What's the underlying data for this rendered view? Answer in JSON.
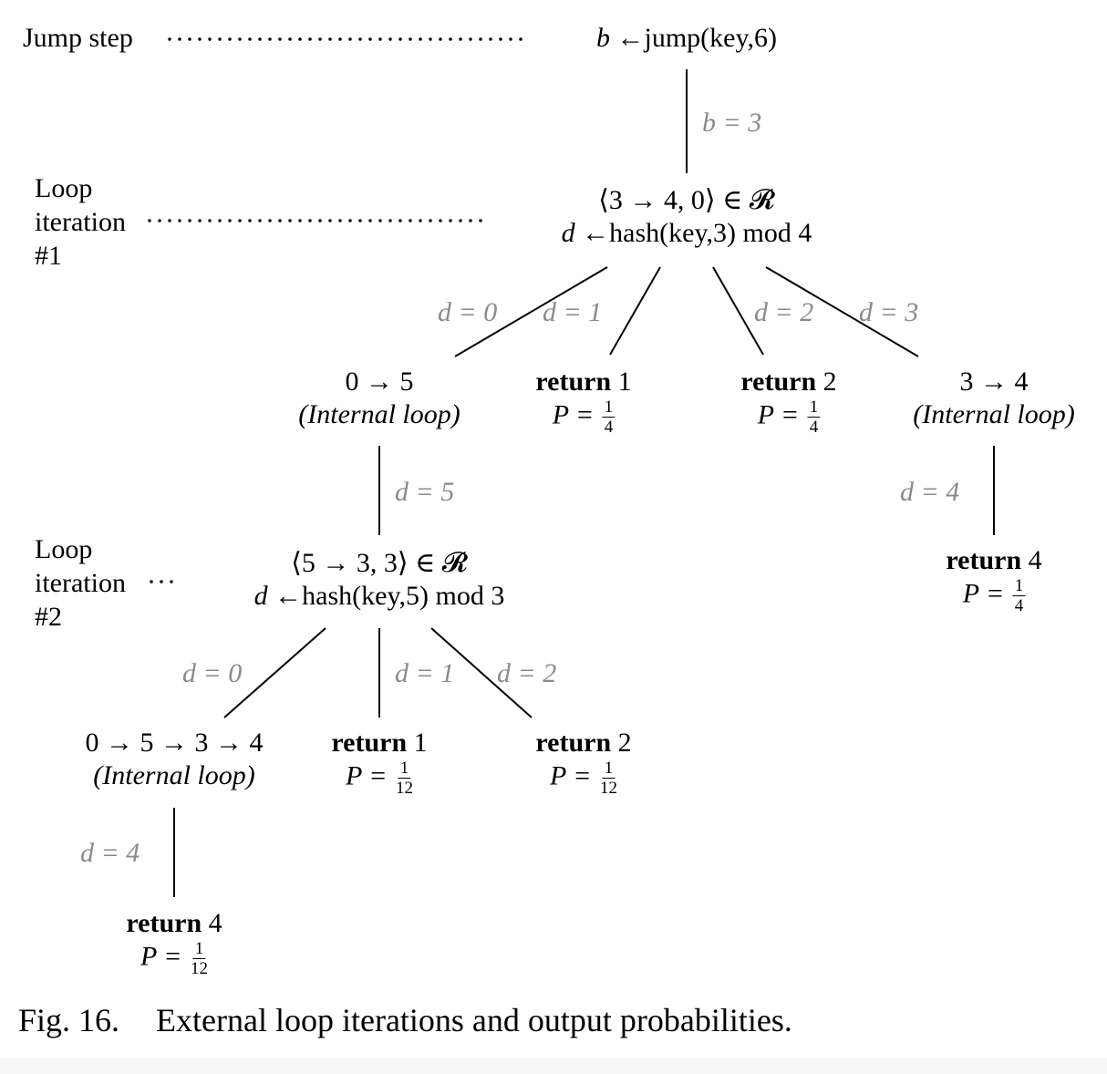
{
  "left_labels": {
    "jump": "Jump step",
    "loop1": [
      "Loop",
      "iteration",
      "#1"
    ],
    "loop2": [
      "Loop",
      "iteration",
      "#2"
    ]
  },
  "nodes": {
    "root": {
      "var": "b",
      "op": "←jump(key,6)"
    },
    "loop1": {
      "line1": "⟨3 → 4, 0⟩ ∈ 𝓡",
      "var": "d",
      "op": "←hash(key,3) mod 4"
    },
    "l1_c0": {
      "line1": "0 → 5",
      "line2": "(Internal loop)"
    },
    "l1_c1": {
      "ret": "return",
      "val": "1",
      "p": "P =",
      "num": "1",
      "den": "4"
    },
    "l1_c2": {
      "ret": "return",
      "val": "2",
      "p": "P =",
      "num": "1",
      "den": "4"
    },
    "l1_c3": {
      "line1": "3 → 4",
      "line2": "(Internal loop)"
    },
    "l1_c3_ret": {
      "ret": "return",
      "val": "4",
      "p": "P =",
      "num": "1",
      "den": "4"
    },
    "loop2": {
      "line1": "⟨5 → 3, 3⟩ ∈ 𝓡",
      "var": "d",
      "op": "←hash(key,5) mod 3"
    },
    "l2_c0": {
      "line1": "0 → 5 → 3 → 4",
      "line2": "(Internal loop)"
    },
    "l2_c1": {
      "ret": "return",
      "val": "1",
      "p": "P =",
      "num": "1",
      "den": "12"
    },
    "l2_c2": {
      "ret": "return",
      "val": "2",
      "p": "P =",
      "num": "1",
      "den": "12"
    },
    "l2_c0_ret": {
      "ret": "return",
      "val": "4",
      "p": "P =",
      "num": "1",
      "den": "12"
    }
  },
  "edge_labels": {
    "b3": "b = 3",
    "l1_d0": "d = 0",
    "l1_d1": "d = 1",
    "l1_d2": "d = 2",
    "l1_d3": "d = 3",
    "d5": "d = 5",
    "d4_right": "d = 4",
    "l2_d0": "d = 0",
    "l2_d1": "d = 1",
    "l2_d2": "d = 2",
    "d4_left": "d = 4"
  },
  "caption": {
    "fig": "Fig. 16.",
    "text": "External loop iterations and output probabilities."
  },
  "colors": {
    "edge_label": "#8a8a8a",
    "line": "#000000"
  }
}
